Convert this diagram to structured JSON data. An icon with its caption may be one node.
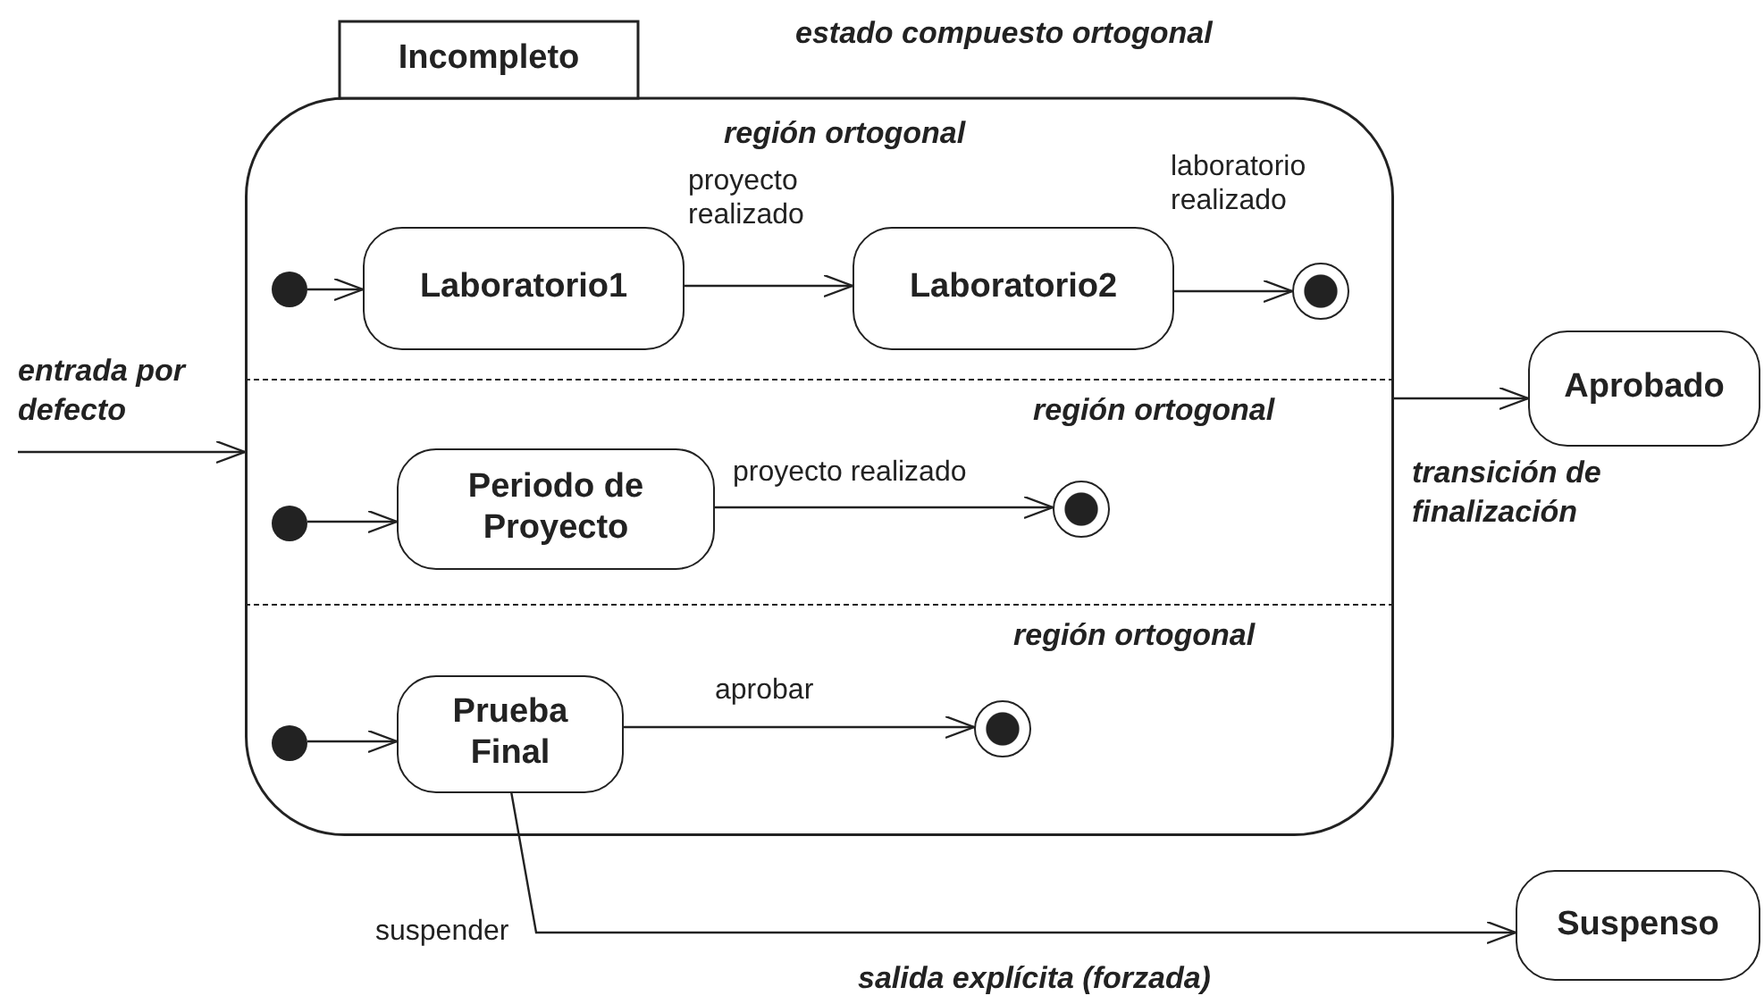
{
  "diagram": {
    "nodes": [
      {
        "text": [
          "Incompleto"
        ]
      },
      {
        "text": [
          "región ortogonal"
        ],
        "in": 0
      },
      {
        "text": [],
        "shape": "circle",
        "in": 1
      },
      {
        "text": [
          "Laboratorio1"
        ],
        "in": 1
      },
      {
        "text": [
          "Laboratorio2"
        ],
        "in": 1
      },
      {
        "text": [],
        "shape": "circle",
        "in": 1
      },
      {
        "text": [
          "región ortogonal"
        ],
        "in": 0
      },
      {
        "text": [],
        "shape": "circle",
        "in": 6
      },
      {
        "text": [
          "Periodo de Proyecto"
        ],
        "in": 6
      },
      {
        "text": [],
        "shape": "circle",
        "in": 6
      },
      {
        "text": [
          "región ortogonal"
        ],
        "in": 0
      },
      {
        "text": [],
        "shape": "circle",
        "in": 10
      },
      {
        "text": [
          "Prueba Final"
        ],
        "in": 10
      },
      {
        "text": [],
        "shape": "circle",
        "in": 10
      },
      {
        "text": [
          "Aprobado"
        ]
      },
      {
        "text": [
          "Suspenso"
        ]
      }
    ],
    "edges": [
      {
        "from": 2,
        "to": 3,
        "arrow": "to"
      },
      {
        "from": 3,
        "to": 4,
        "arrow": "to",
        "label": "proyecto realizado"
      },
      {
        "from": 4,
        "to": 5,
        "arrow": "to",
        "label": "laboratorio realizado"
      },
      {
        "from": 7,
        "to": 8,
        "arrow": "to"
      },
      {
        "from": 8,
        "to": 9,
        "arrow": "to",
        "label": "proyecto realizado"
      },
      {
        "from": 11,
        "to": 12,
        "arrow": "to"
      },
      {
        "from": 12,
        "to": 13,
        "arrow": "to",
        "label": "aprobar"
      },
      {
        "from": null,
        "to": 0,
        "arrow": "to"
      },
      {
        "from": 0,
        "to": 14,
        "arrow": "to"
      },
      {
        "from": 12,
        "to": 15,
        "arrow": "to",
        "label": "suspender"
      }
    ],
    "labels": [
      "estado compuesto ortogonal",
      "entrada por defecto",
      "transición de finalización",
      "salida explícita (forzada)"
    ]
  }
}
